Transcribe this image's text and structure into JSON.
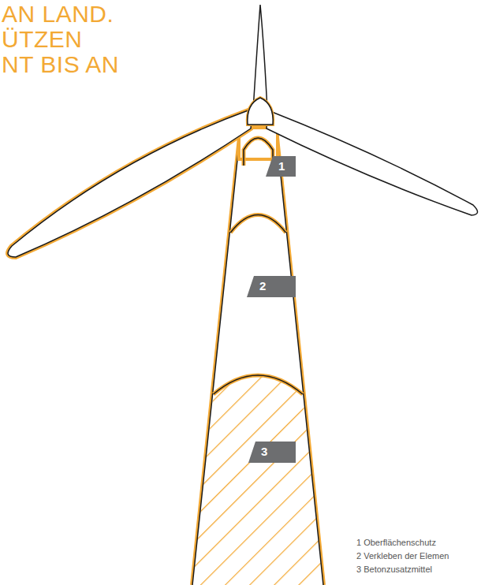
{
  "diagram": {
    "nodes": [
      {
        "text": [
          "1"
        ]
      },
      {
        "text": [
          "2"
        ]
      },
      {
        "text": [
          "3"
        ]
      }
    ],
    "labels": [
      "AN LAND.",
      "ÜTZEN",
      "NT BIS AN",
      "1 Oberflächenschutz",
      "2 Verkleben der Elemen",
      "3 Betonzusatzmittel"
    ]
  }
}
